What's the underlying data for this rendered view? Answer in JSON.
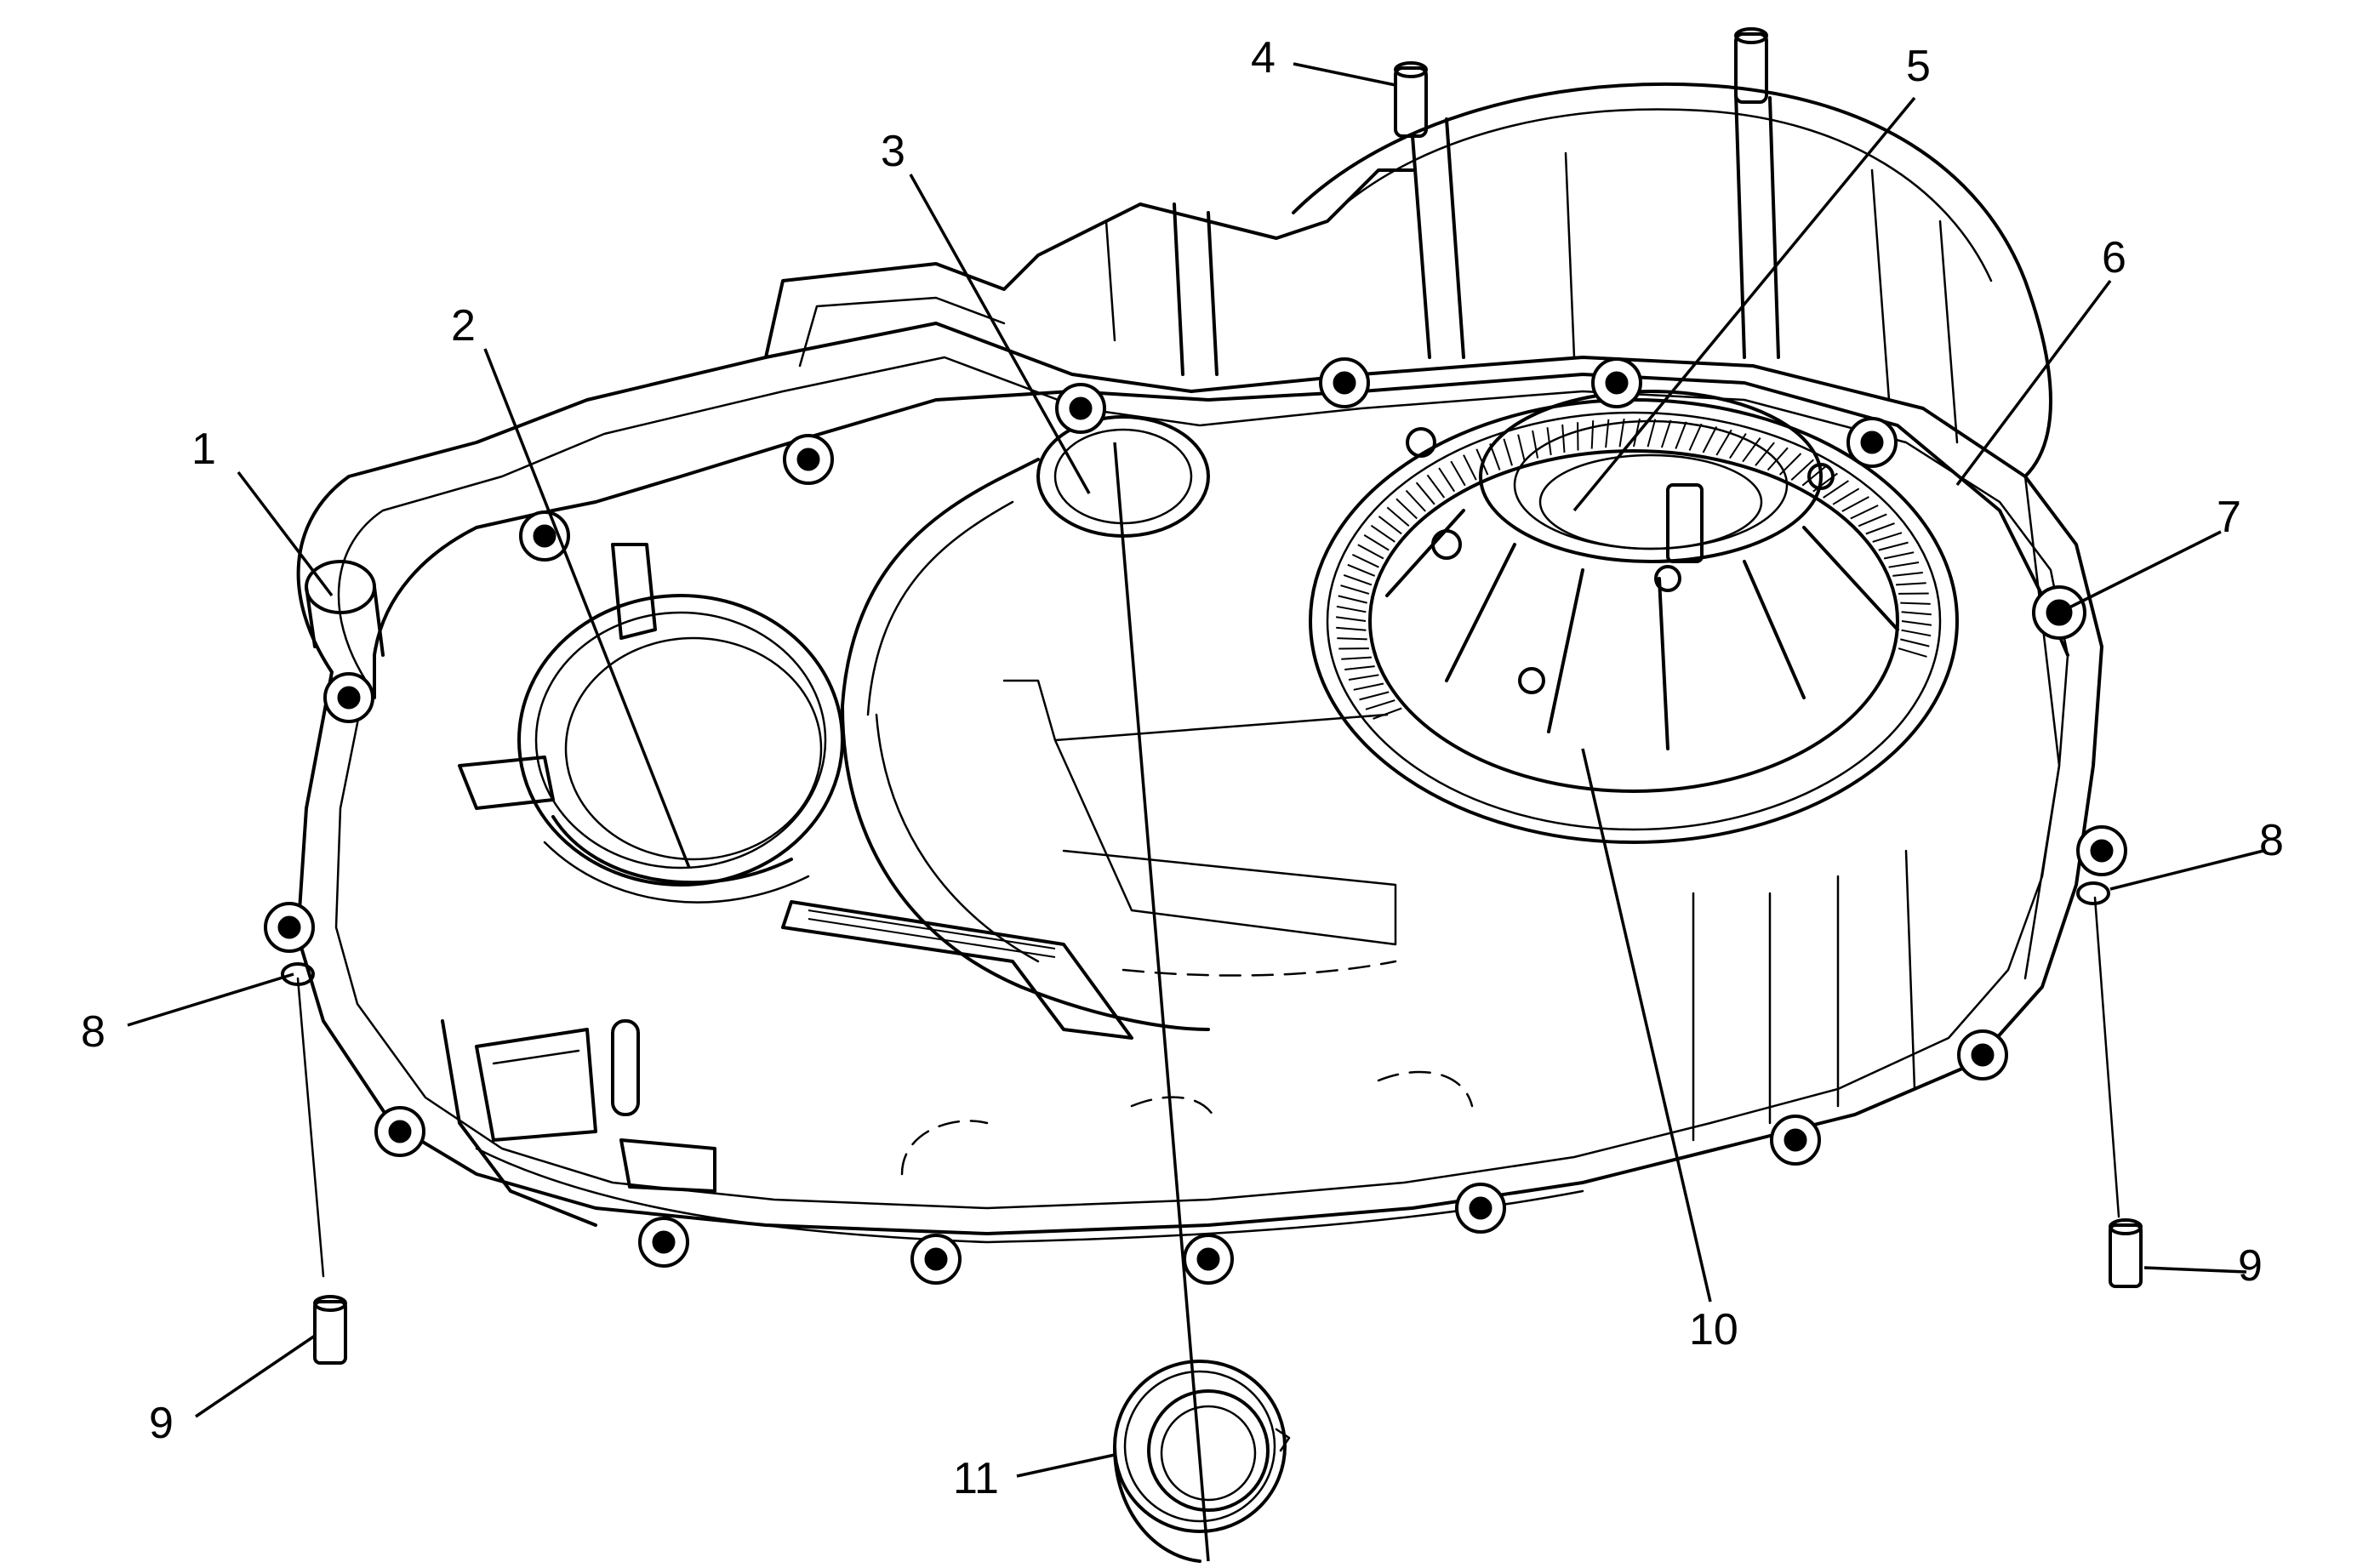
{
  "callouts": [
    {
      "id": "1",
      "label": "1"
    },
    {
      "id": "2",
      "label": "2"
    },
    {
      "id": "3",
      "label": "3"
    },
    {
      "id": "4",
      "label": "4"
    },
    {
      "id": "5",
      "label": "5"
    },
    {
      "id": "6",
      "label": "6"
    },
    {
      "id": "7",
      "label": "7"
    },
    {
      "id": "8a",
      "label": "8"
    },
    {
      "id": "8b",
      "label": "8"
    },
    {
      "id": "9a",
      "label": "9"
    },
    {
      "id": "9b",
      "label": "9"
    },
    {
      "id": "10",
      "label": "10"
    },
    {
      "id": "11",
      "label": "11"
    }
  ]
}
